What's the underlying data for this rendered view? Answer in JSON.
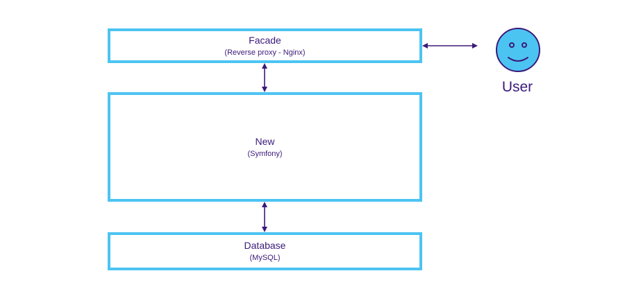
{
  "nodes": {
    "facade": {
      "title": "Facade",
      "subtitle": "(Reverse proxy - Nginx)"
    },
    "new": {
      "title": "New",
      "subtitle": "(Symfony)"
    },
    "database": {
      "title": "Database",
      "subtitle": "(MySQL)"
    },
    "user": {
      "label": "User",
      "icon": "smiley-face-icon"
    }
  },
  "edges": [
    {
      "from": "facade",
      "to": "user",
      "direction": "both"
    },
    {
      "from": "facade",
      "to": "new",
      "direction": "both"
    },
    {
      "from": "new",
      "to": "database",
      "direction": "both"
    }
  ],
  "colors": {
    "box_border": "#4cc4f2",
    "text": "#3b1a7a",
    "arrow": "#3b1a7a",
    "face_fill": "#4cc4f2"
  }
}
